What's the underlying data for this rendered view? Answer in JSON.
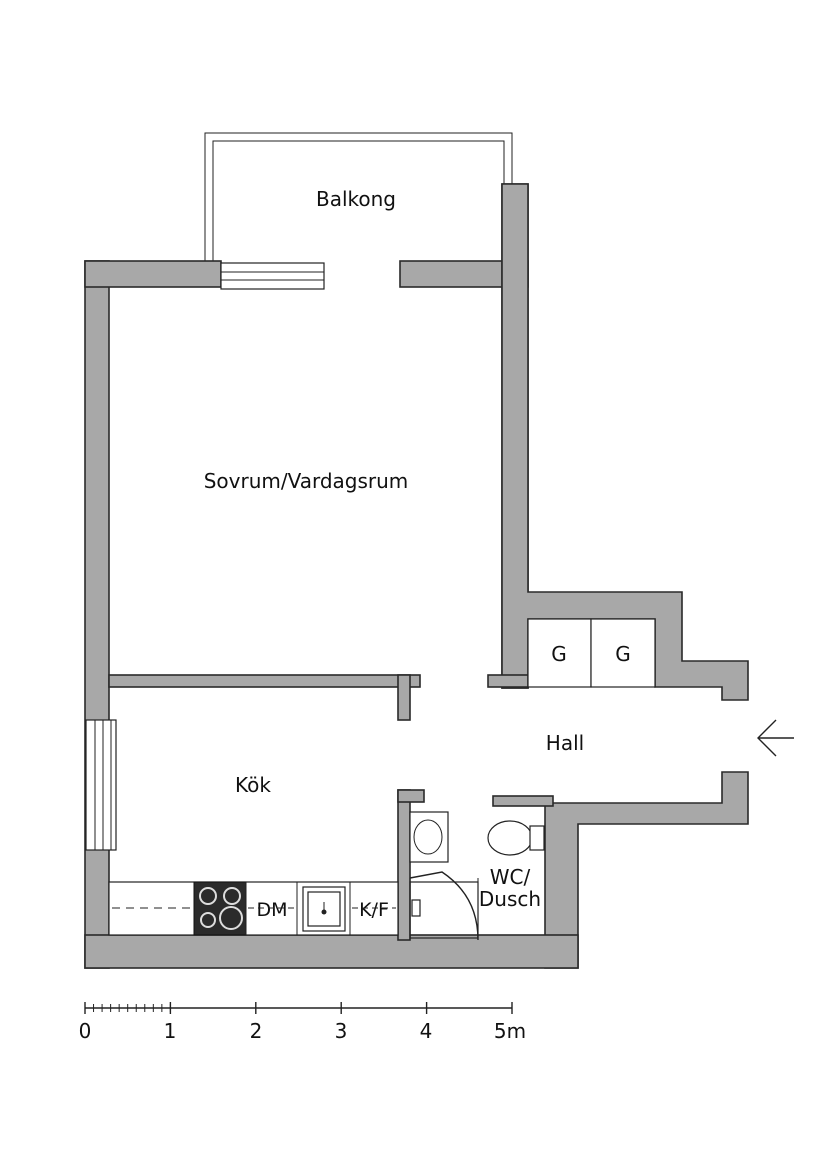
{
  "colors": {
    "wall": "#a8a8a8",
    "outline": "#2a2a2a",
    "background": "#ffffff",
    "stove": "#2b2b2b"
  },
  "rooms": {
    "balkong": "Balkong",
    "sovrum": "Sovrum/Vardagsrum",
    "kok": "Kök",
    "hall": "Hall",
    "wc_line1": "WC/",
    "wc_line2": "Dusch"
  },
  "fixtures": {
    "wardrobe_1": "G",
    "wardrobe_2": "G",
    "dishwasher": "DM",
    "fridge": "K/F"
  },
  "icons": {
    "entrance": "entrance-arrow-icon"
  },
  "scale": {
    "labels": [
      "0",
      "1",
      "2",
      "3",
      "4",
      "5m"
    ]
  }
}
